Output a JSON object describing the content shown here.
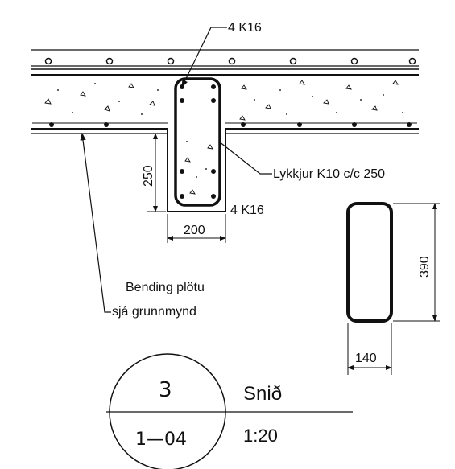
{
  "labels": {
    "top_bars": "4 K16",
    "stirrups": "Lykkjur K10 c/c 250",
    "bottom_bars": "4 K16",
    "slab_note_line1": "Bending plötu",
    "slab_note_line2": "sjá grunnmynd"
  },
  "dimensions": {
    "beam_depth": "250",
    "beam_width": "200",
    "stirrup_height": "390",
    "stirrup_width": "140"
  },
  "title_block": {
    "detail_number": "3",
    "sheet_number": "1—04",
    "title": "Snið",
    "scale": "1:20"
  }
}
